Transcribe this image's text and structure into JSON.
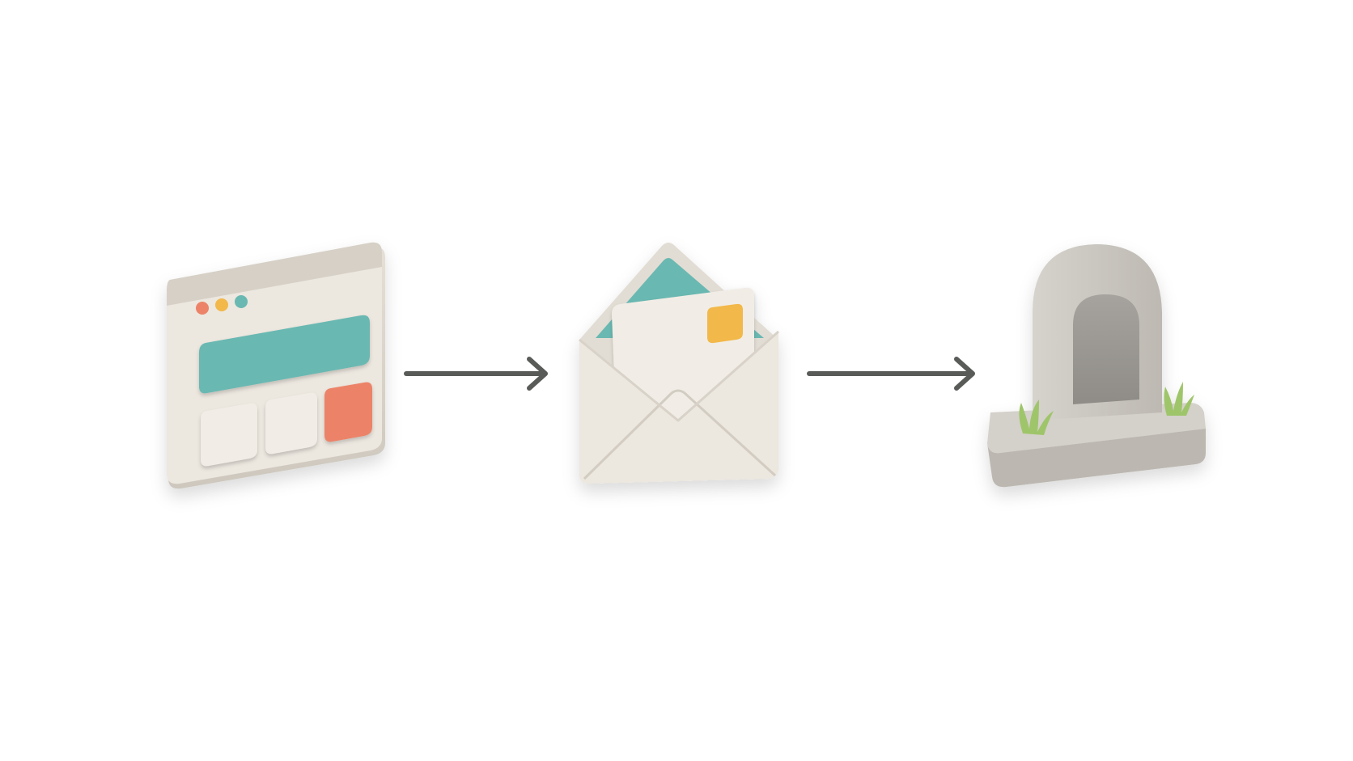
{
  "diagram": {
    "type": "flow",
    "steps": [
      {
        "id": "step-1",
        "icon": "browser-window-icon"
      },
      {
        "id": "step-2",
        "icon": "open-envelope-icon"
      },
      {
        "id": "step-3",
        "icon": "gravestone-icon"
      }
    ],
    "connectors": [
      {
        "from": "step-1",
        "to": "step-2",
        "icon": "arrow-right-icon"
      },
      {
        "from": "step-2",
        "to": "step-3",
        "icon": "arrow-right-icon"
      }
    ]
  },
  "colors": {
    "background": "#ffffff",
    "clay_light": "#ece7df",
    "clay_frame": "#d9d3ca",
    "teal": "#6bb8b2",
    "coral": "#ec8367",
    "yellow": "#f2b84a",
    "stone": "#c6c2bb",
    "stone_dark": "#a29f9a",
    "grass": "#9fc56b",
    "arrow": "#585b57"
  }
}
